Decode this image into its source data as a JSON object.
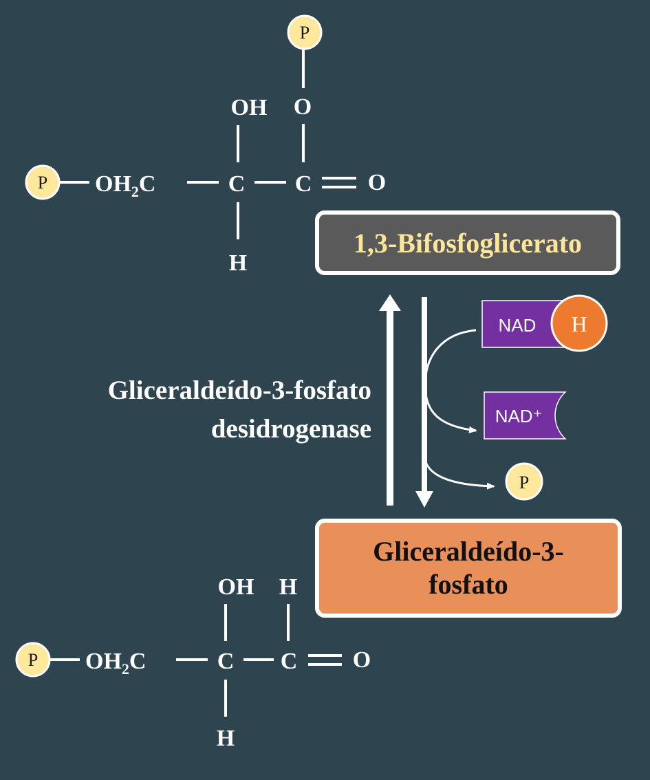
{
  "top_molecule": {
    "phosphate": "P",
    "phosphate_2": "P",
    "group_left": "OH",
    "group_left_sub": "2",
    "group_left_end": "C",
    "carbon_middle": "C",
    "carbon_right": "C",
    "oh_top": "OH",
    "o_top": "O",
    "o_double": "O",
    "h_bottom": "H"
  },
  "bottom_molecule": {
    "phosphate": "P",
    "group_left": "OH",
    "group_left_sub": "2",
    "group_left_end": "C",
    "carbon_middle": "C",
    "carbon_right": "C",
    "oh_top": "OH",
    "h_top": "H",
    "o_double": "O",
    "h_bottom": "H"
  },
  "product_label": "1,3-Bifosfoglicerato",
  "substrate_label": "Gliceraldeído-3-fosfato",
  "enzyme": {
    "line1": "Gliceraldeído-3-fosfato",
    "line2": "desidrogenase"
  },
  "cofactors": {
    "nadh_label": "NAD",
    "nadh_h": "H",
    "nad_plus_label": "NAD⁺",
    "phosphate": "P"
  },
  "colors": {
    "background": "#2e444e",
    "phosphate_fill": "#fde89c",
    "nad_purple": "#7430a0",
    "h_orange": "#ee7a30",
    "product_box": "#5a5a5a",
    "product_text": "#fde69a",
    "substrate_box": "#e88f5a"
  }
}
